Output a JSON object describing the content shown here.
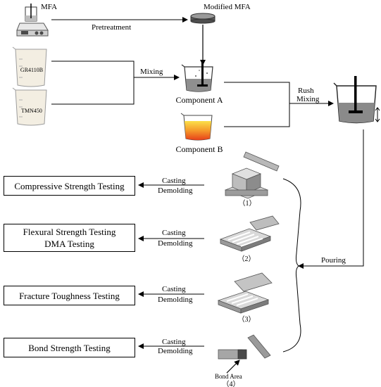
{
  "labels": {
    "mfa": "MFA",
    "pretreatment": "Pretreatment",
    "modified_mfa": "Modified MFA",
    "gr_beaker": "GR4110B",
    "tmn_beaker": "TMN450",
    "mixing": "Mixing",
    "component_a": "Component  A",
    "component_b": "Component  B",
    "rush": "Rush",
    "rush_mixing": "Mixing",
    "pouring": "Pouring",
    "bond_area": "Bond  Area"
  },
  "tests": [
    {
      "lines": [
        "Compressive  Strength  Testing"
      ],
      "casting": "Casting",
      "demolding": "Demolding",
      "index": "（1）"
    },
    {
      "lines": [
        "Flexural Strength Testing",
        "DMA  Testing"
      ],
      "casting": "Casting",
      "demolding": "Demolding",
      "index": "（2）"
    },
    {
      "lines": [
        "Fracture  Toughness  Testing"
      ],
      "casting": "Casting",
      "demolding": "Demolding",
      "index": "（3）"
    },
    {
      "lines": [
        "Bond  Strength  Testing"
      ],
      "casting": "Casting",
      "demolding": "Demolding",
      "index": "（4）"
    }
  ],
  "colors": {
    "line": "#000000",
    "mold_light": "#d6d6d6",
    "mold_mid": "#a8a8a8",
    "mold_dark": "#6e6e6e",
    "liquid_gray": "#8a8a8a",
    "component_b_fill": "#f26a1b",
    "component_b_top": "#fbe04a",
    "beaker_tint": "#f1ece0"
  }
}
